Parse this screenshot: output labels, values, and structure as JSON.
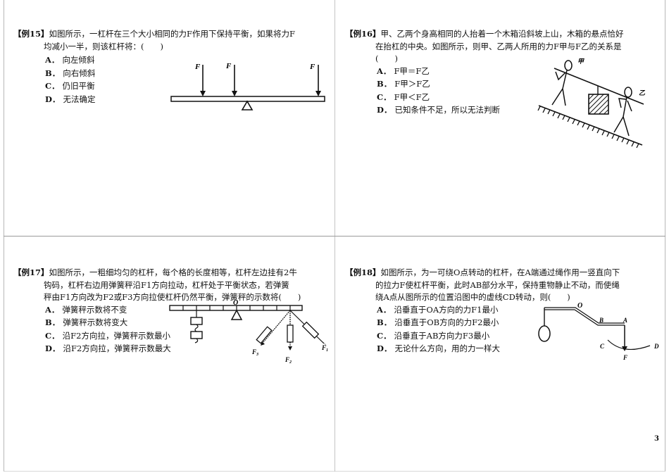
{
  "page_number": "3",
  "questions": [
    {
      "id": "q15",
      "number": "【例15】",
      "stem_lines": [
        "如图所示，一杠杆在三个大小相同的力F作用下保持平衡，如果将力F",
        "均减小一半，则该杠杆将：(　　)"
      ],
      "options": [
        {
          "label": "A．",
          "text": "向左倾斜"
        },
        {
          "label": "B．",
          "text": "向右倾斜"
        },
        {
          "label": "C．",
          "text": "仍旧平衡"
        },
        {
          "label": "D．",
          "text": "无法确定"
        }
      ],
      "diagram": {
        "type": "lever-with-three-forces",
        "force_labels": [
          "F",
          "F",
          "F"
        ]
      }
    },
    {
      "id": "q16",
      "number": "【例16】",
      "stem_lines": [
        "甲、乙两个身高相同的人抬着一个木箱沿斜坡上山，木箱的悬点恰好",
        "在抬杠的中央。如图所示，则甲、乙两人所用的力F甲与F乙的关系是",
        "(　　)"
      ],
      "options": [
        {
          "label": "A．",
          "text": "F甲＝F乙"
        },
        {
          "label": "B．",
          "text": "F甲＞F乙"
        },
        {
          "label": "C．",
          "text": "F甲＜F乙"
        },
        {
          "label": "D．",
          "text": "已知条件不足，所以无法判断"
        }
      ],
      "diagram": {
        "type": "two-people-carrying-box-on-slope",
        "labels": [
          "甲",
          "乙"
        ]
      }
    },
    {
      "id": "q17",
      "number": "【例17】",
      "stem_lines": [
        "如图所示，一粗细均匀的杠杆，每个格的长度相等，杠杆左边挂有2牛",
        "钩码，杠杆右边用弹簧秤沿F1方向拉动，杠杆处于平衡状态，若弹簧",
        "秤由F1方向改为F2或F3方向拉使杠杆仍然平衡，弹簧秤的示数将(　　)"
      ],
      "options": [
        {
          "label": "A．",
          "text": "弹簧秤示数将不变"
        },
        {
          "label": "B．",
          "text": "弹簧秤示数将变大"
        },
        {
          "label": "C．",
          "text": "沿F2方向拉，弹簧秤示数最小"
        },
        {
          "label": "D．",
          "text": "沿F2方向拉，弹簧秤示数最大"
        }
      ],
      "diagram": {
        "type": "graduated-lever-with-spring-scales",
        "pivot_label": "O",
        "force_labels": [
          "F1",
          "F2",
          "F3"
        ]
      }
    },
    {
      "id": "q18",
      "number": "【例18】",
      "stem_lines": [
        "如图所示，为一可绕O点转动的杠杆，在A端通过绳作用一竖直向下",
        "的拉力F使杠杆平衡，此时AB部分水平，保持重物静止不动，而使绳",
        "绕A点从图所示的位置沿图中的虚线CD转动，则(　　)"
      ],
      "options": [
        {
          "label": "A．",
          "text": "沿垂直于OA方向的力F1最小"
        },
        {
          "label": "B．",
          "text": "沿垂直于OB方向的力F2最小"
        },
        {
          "label": "C．",
          "text": "沿垂直于AB方向力F3最小"
        },
        {
          "label": "D．",
          "text": "无论什么方向，用的力一样大"
        }
      ],
      "diagram": {
        "type": "bent-lever",
        "point_labels": [
          "O",
          "B",
          "A",
          "C",
          "D",
          "F"
        ]
      }
    }
  ]
}
